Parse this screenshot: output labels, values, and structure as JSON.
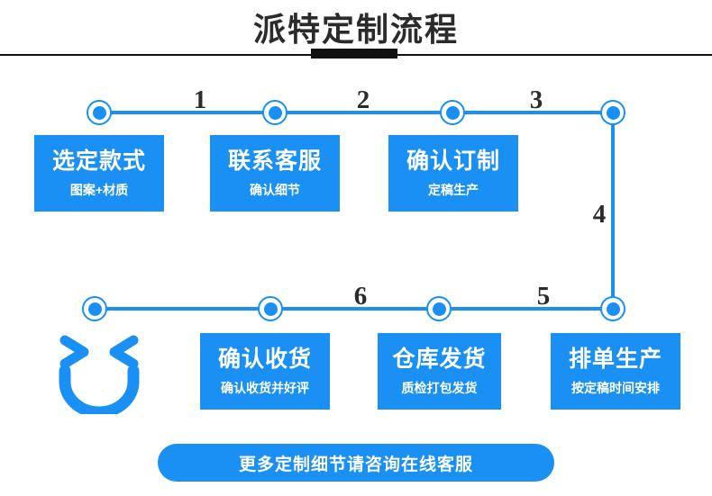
{
  "page": {
    "title": "派特定制流程",
    "accent_color": "#1a90f5",
    "title_color": "#2b2b2b",
    "background_color": "#ffffff"
  },
  "flow": {
    "steps": [
      {
        "number": "1",
        "title": "选定款式",
        "subtitle": "图案+材质"
      },
      {
        "number": "2",
        "title": "联系客服",
        "subtitle": "确认细节"
      },
      {
        "number": "3",
        "title": "确认订制",
        "subtitle": "定稿生产"
      },
      {
        "number": "4",
        "title": "排单生产",
        "subtitle": "按定稿时间安排"
      },
      {
        "number": "5",
        "title": "仓库发货",
        "subtitle": "质检打包发货"
      },
      {
        "number": "6",
        "title": "确认收货",
        "subtitle": "确认收货并好评"
      }
    ],
    "connector_labels": {
      "top_1": "1",
      "top_2": "2",
      "top_3": "3",
      "right_4": "4",
      "bottom_5": "5",
      "bottom_6": "6"
    }
  },
  "cta": {
    "label": "更多定制细节请咨询在线客服"
  },
  "decoration": {
    "smiley_icon": "smiley-face-icon"
  }
}
